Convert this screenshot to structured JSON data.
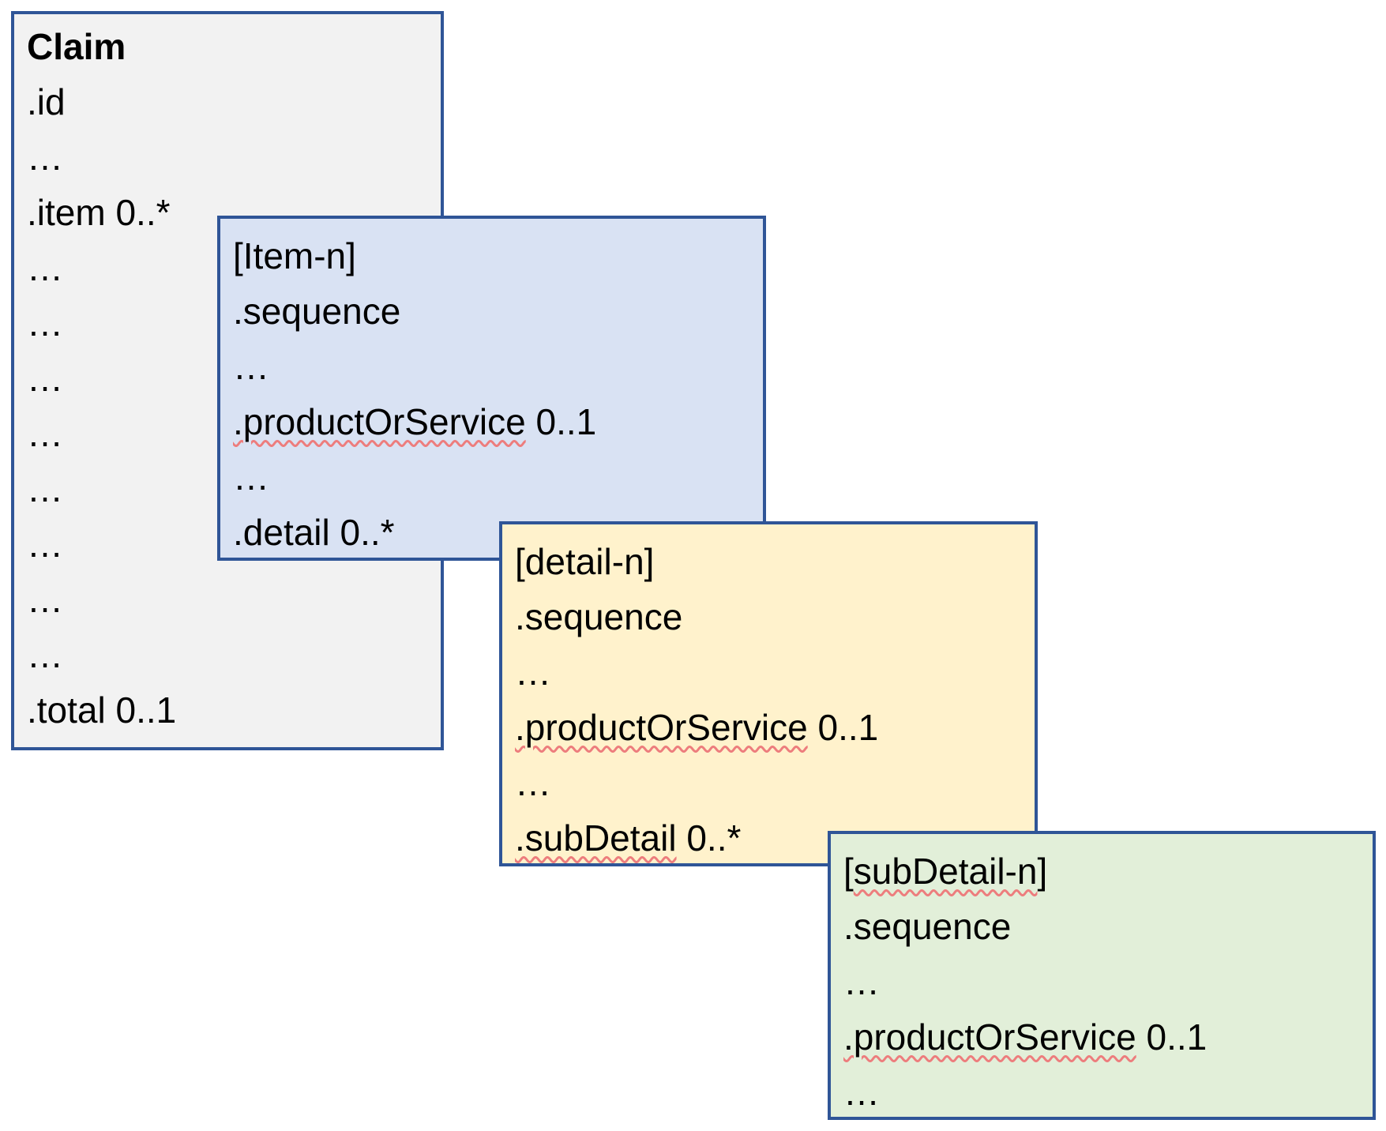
{
  "colors": {
    "box_border": "#2F5597",
    "claim_fill": "#F2F2F2",
    "item_fill": "#D9E2F3",
    "detail_fill": "#FFF2CC",
    "subdetail_fill": "#E2EFD9",
    "squiggle": "#ED7D7D",
    "text": "#000000",
    "background": "#FFFFFF"
  },
  "ellipsis": "…",
  "boxes": {
    "claim": {
      "title": "Claim",
      "field_id": ".id",
      "field_item": ".item 0..*",
      "field_total": ".total 0..1"
    },
    "item": {
      "title": "[Item-n]",
      "field_sequence": ".sequence",
      "product_or_service": ".productOrService",
      "product_or_service_card": " 0..1",
      "field_detail": ".detail 0..*"
    },
    "detail": {
      "title": "[detail-n]",
      "field_sequence": ".sequence",
      "product_or_service": ".productOrService",
      "product_or_service_card": " 0..1",
      "sub_detail": ".subDetail",
      "sub_detail_card": " 0..*"
    },
    "subdetail": {
      "title_prefix": "[",
      "title_name": "subDetail-n",
      "title_suffix": "]",
      "field_sequence": ".sequence",
      "product_or_service": ".productOrService",
      "product_or_service_card": " 0..1"
    }
  }
}
